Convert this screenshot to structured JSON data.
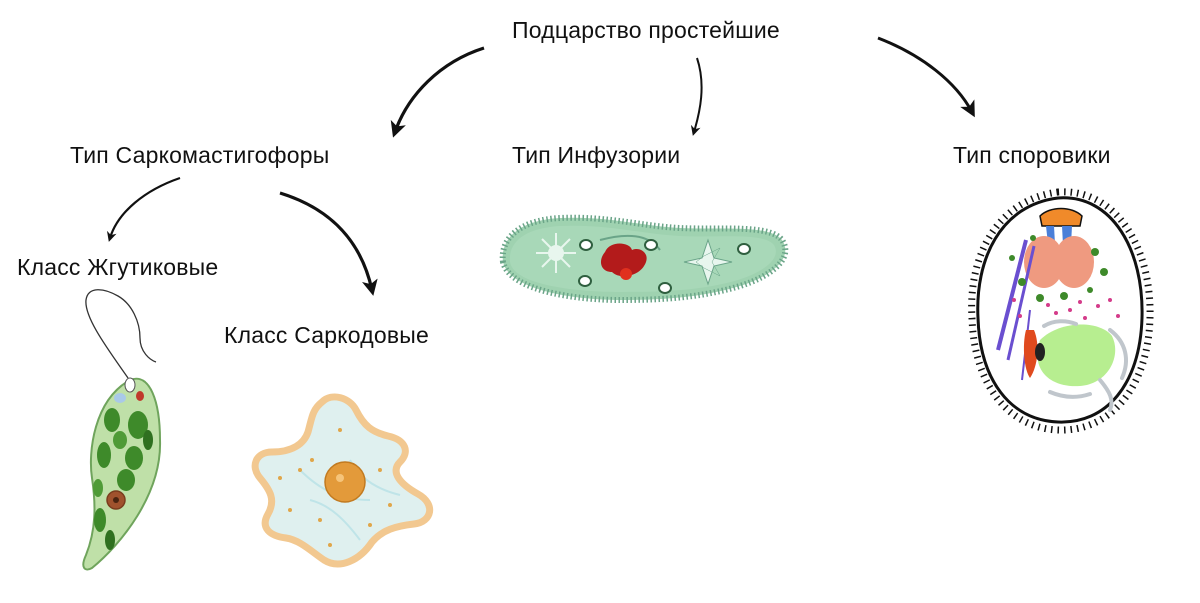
{
  "diagram": {
    "root": "Подцарство простейшие",
    "types": {
      "sarcomastigophora": "Тип Саркомастигофоры",
      "ciliates": "Тип Инфузории",
      "sporozoa": "Тип споровики"
    },
    "classes": {
      "flagellates": "Класс Жгутиковые",
      "sarcodina": "Класс Саркодовые"
    }
  },
  "illustrations": [
    "euglena-illustration",
    "amoeba-illustration",
    "paramecium-illustration",
    "sporozoan-illustration"
  ],
  "colors": {
    "arrow": "#111111",
    "euglena_body": "#bfe0a8",
    "chloroplast": "#3e8a2a",
    "amoeba_outline": "#f2c890",
    "amoeba_body": "#dff0ef",
    "nucleus": "#e39a3a",
    "paramecium_body": "#9fd2b0",
    "paramecium_nucleus": "#b31b1b",
    "spore_organelle": "#ef9a80",
    "spore_green": "#b7ee90"
  }
}
